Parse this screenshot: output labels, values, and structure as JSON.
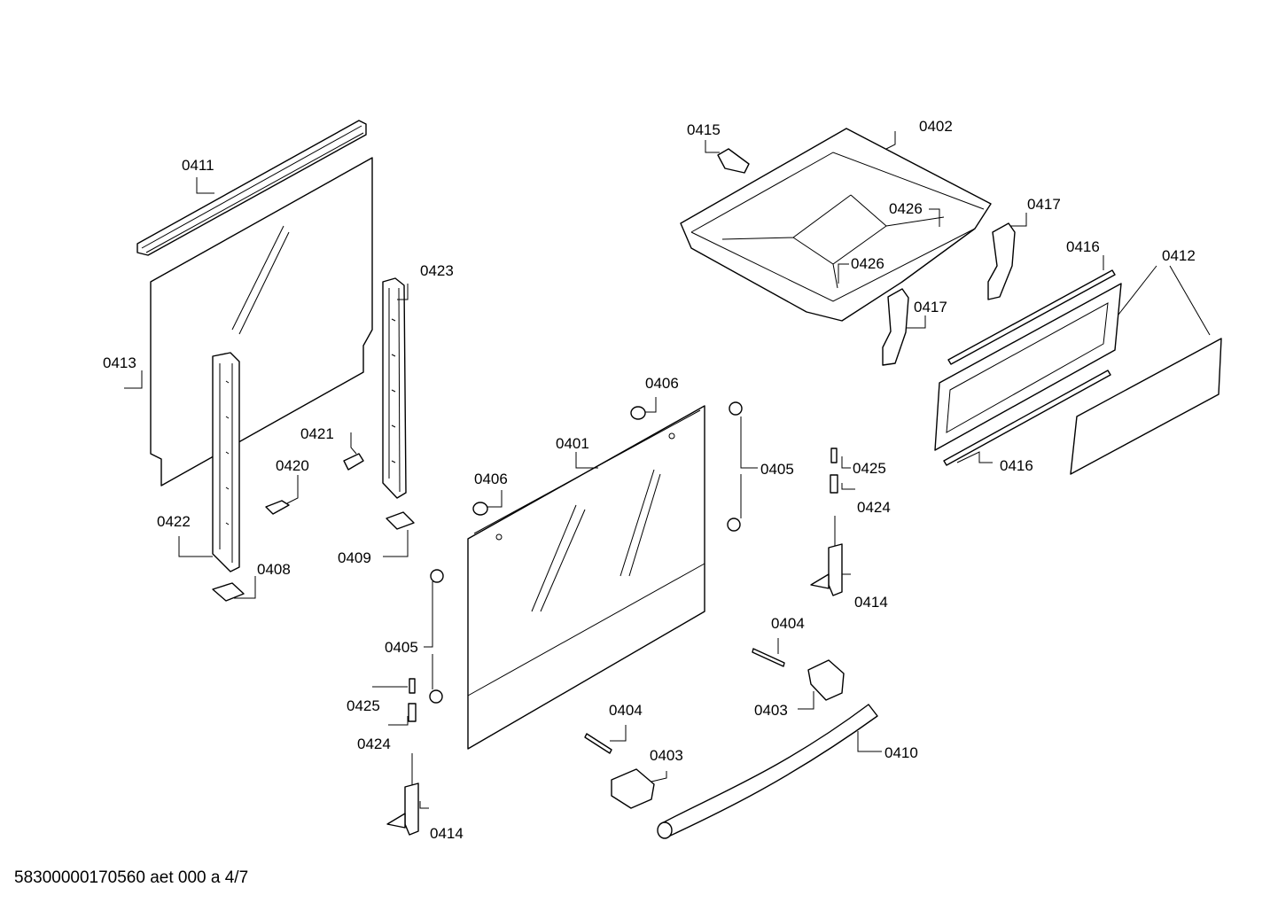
{
  "diagram": {
    "labels": {
      "p0401": "0401",
      "p0402": "0402",
      "p0403a": "0403",
      "p0403b": "0403",
      "p0404a": "0404",
      "p0404b": "0404",
      "p0405a": "0405",
      "p0405b": "0405",
      "p0406a": "0406",
      "p0406b": "0406",
      "p0408": "0408",
      "p0409": "0409",
      "p0410": "0410",
      "p0411": "0411",
      "p0412": "0412",
      "p0413": "0413",
      "p0414a": "0414",
      "p0414b": "0414",
      "p0415": "0415",
      "p0416a": "0416",
      "p0416b": "0416",
      "p0417a": "0417",
      "p0417b": "0417",
      "p0420": "0420",
      "p0421": "0421",
      "p0422": "0422",
      "p0423": "0423",
      "p0424a": "0424",
      "p0424b": "0424",
      "p0425a": "0425",
      "p0425b": "0425",
      "p0426a": "0426",
      "p0426b": "0426"
    },
    "footer": "58300000170560 aet 000 a 4/7"
  }
}
